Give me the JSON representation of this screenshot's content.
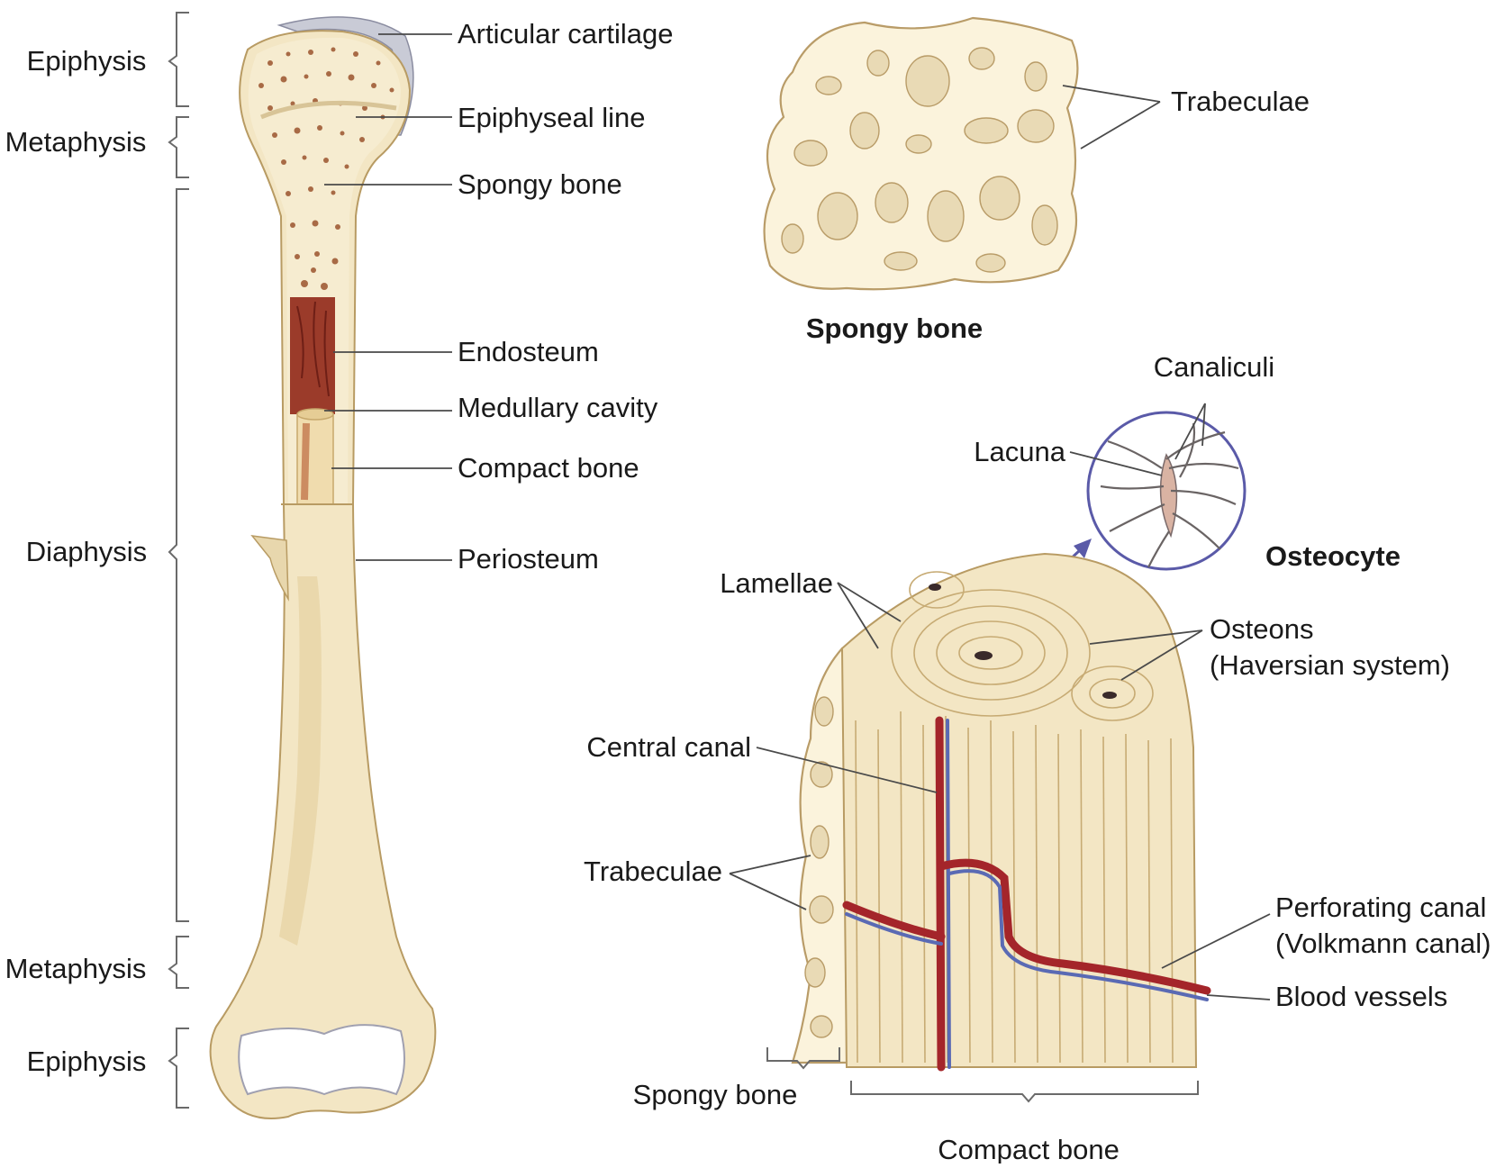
{
  "diagram": {
    "bone_regions": {
      "epiphysis_top": "Epiphysis",
      "metaphysis_top": "Metaphysis",
      "diaphysis": "Diaphysis",
      "metaphysis_bottom": "Metaphysis",
      "epiphysis_bottom": "Epiphysis"
    },
    "long_bone_labels": {
      "articular_cartilage": "Articular cartilage",
      "epiphyseal_line": "Epiphyseal line",
      "spongy_bone": "Spongy bone",
      "endosteum": "Endosteum",
      "medullary_cavity": "Medullary cavity",
      "compact_bone": "Compact bone",
      "periosteum": "Periosteum"
    },
    "spongy_panel": {
      "title": "Spongy bone",
      "trabeculae": "Trabeculae"
    },
    "osteocyte_panel": {
      "title": "Osteocyte",
      "canaliculi": "Canaliculi",
      "lacuna": "Lacuna"
    },
    "section_labels": {
      "lamellae": "Lamellae",
      "osteons_line1": "Osteons",
      "osteons_line2": "(Haversian system)",
      "central_canal": "Central canal",
      "trabeculae": "Trabeculae",
      "perforating_line1": "Perforating canal",
      "perforating_line2": "(Volkmann canal)",
      "blood_vessels": "Blood vessels",
      "spongy_bone": "Spongy bone",
      "compact_bone": "Compact bone"
    },
    "colors": {
      "bone": "#f3e6c4",
      "marrow": "#9b3b2a",
      "artery": "#a4252a",
      "vein": "#5a6ab4",
      "zoom_circle": "#5a5aa8"
    }
  }
}
